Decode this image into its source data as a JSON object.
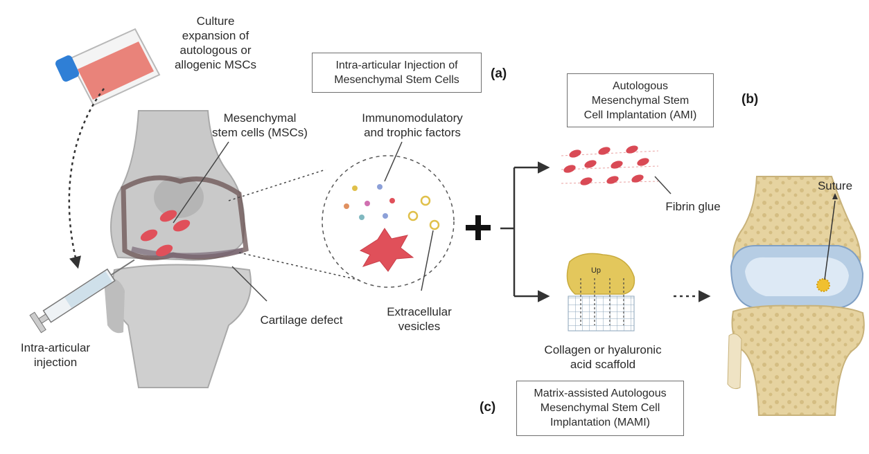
{
  "labels": {
    "culture": "Culture\nexpansion of\nautologous or\nallogenic MSCs",
    "mscs": "Mesenchymal\nstem cells (MSCs)",
    "immuno": "Immunomodulatory\nand trophic factors",
    "cartilage_defect": "Cartilage defect",
    "extracellular": "Extracellular\nvesicles",
    "injection": "Intra-articular\ninjection",
    "fibrin": "Fibrin glue",
    "scaffold": "Collagen or hyaluronic\nacid scaffold",
    "suture": "Suture",
    "scaffold_mark": "Up"
  },
  "boxes": {
    "a_box": "Intra-articular Injection of\nMesenchymal Stem Cells",
    "b_box": "Autologous\nMesenchymal Stem\nCell Implantation (AMI)",
    "c_box": "Matrix-assisted Autologous\nMesenchymal Stem Cell\nImplantation (MAMI)"
  },
  "tags": {
    "a": "(a)",
    "b": "(b)",
    "c": "(c)"
  },
  "colors": {
    "bone": "#c9c9c9",
    "cell": "#e0505a",
    "scaffold_gold": "#e3c75c",
    "flask_cap": "#2f7fd6",
    "joint_bone": "#e8d8a8",
    "meniscus": "#cfe0f2"
  }
}
